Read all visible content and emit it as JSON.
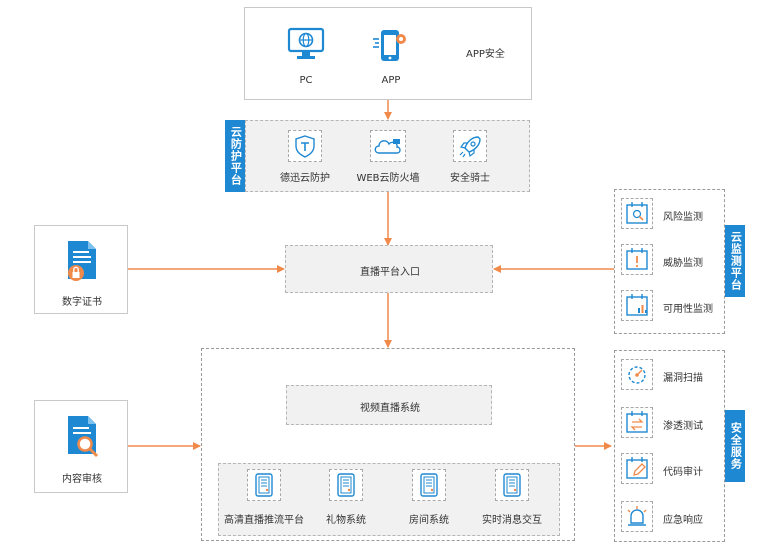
{
  "top": {
    "pc_label": "PC",
    "app_label": "APP",
    "app_security_label": "APP安全"
  },
  "cloud_protection": {
    "tab_label": "云防护平台",
    "items": [
      {
        "label": "德迅云防护",
        "icon": "shield-icon"
      },
      {
        "label": "WEB云防火墙",
        "icon": "cloud-firewall-icon"
      },
      {
        "label": "安全骑士",
        "icon": "rocket-icon"
      }
    ]
  },
  "certificate": {
    "label": "数字证书",
    "icon": "document-lock-icon"
  },
  "content_review": {
    "label": "内容审核",
    "icon": "document-search-icon"
  },
  "entrance": {
    "label": "直播平台入口"
  },
  "live_system": {
    "title": "视频直播系统",
    "modules": [
      {
        "label": "高清直播推流平台",
        "icon": "server-icon"
      },
      {
        "label": "礼物系统",
        "icon": "server-icon"
      },
      {
        "label": "房间系统",
        "icon": "server-icon"
      },
      {
        "label": "实时消息交互",
        "icon": "server-icon"
      }
    ]
  },
  "cloud_monitoring": {
    "tab_label": "云监测平台",
    "items": [
      {
        "label": "风险监测",
        "icon": "calendar-search-icon"
      },
      {
        "label": "威胁监测",
        "icon": "calendar-alert-icon"
      },
      {
        "label": "可用性监测",
        "icon": "calendar-chart-icon"
      }
    ]
  },
  "security_services": {
    "tab_label": "安全服务",
    "items": [
      {
        "label": "漏洞扫描",
        "icon": "scan-icon"
      },
      {
        "label": "渗透测试",
        "icon": "calendar-transfer-icon"
      },
      {
        "label": "代码审计",
        "icon": "calendar-edit-icon"
      },
      {
        "label": "应急响应",
        "icon": "alarm-bell-icon"
      }
    ]
  },
  "colors": {
    "accent": "#1e88d2",
    "arrow": "#f08a4b"
  }
}
